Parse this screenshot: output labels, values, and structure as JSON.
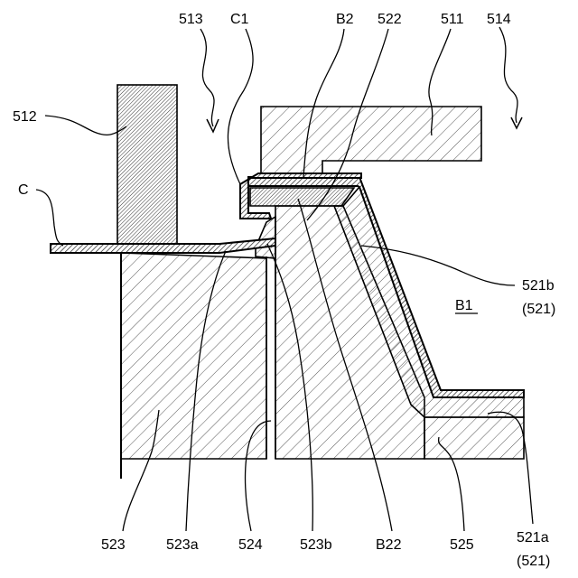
{
  "labels": {
    "p513": "513",
    "pC1": "C1",
    "pB2": "B2",
    "p522": "522",
    "p511": "511",
    "p514": "514",
    "p512": "512",
    "pC": "C",
    "p521b": "521b",
    "p521b_paren": "(521)",
    "pB1": "B1",
    "p523": "523",
    "p523a": "523a",
    "p524": "524",
    "p523b": "523b",
    "pB22": "B22",
    "p525": "525",
    "p521a": "521a",
    "p521a_paren": "(521)"
  }
}
